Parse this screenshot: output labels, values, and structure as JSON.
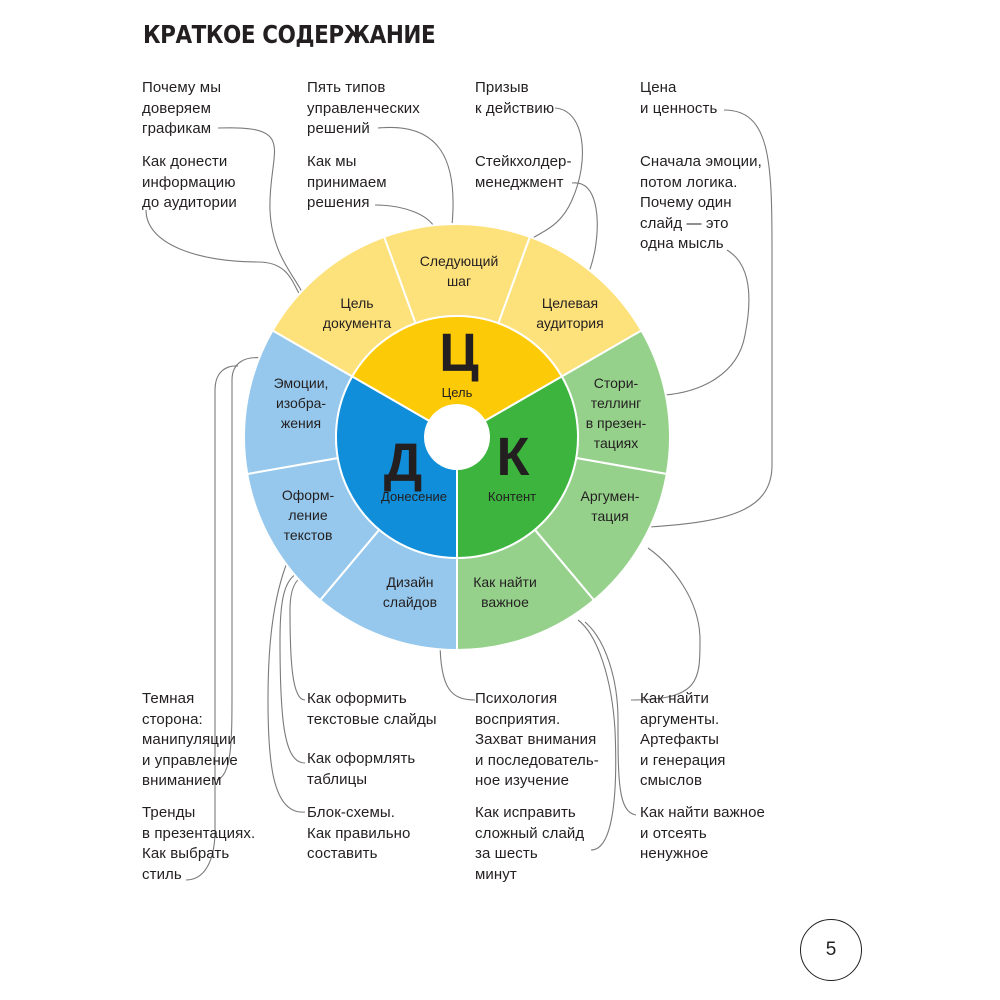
{
  "page": {
    "title": "КРАТКОЕ СОДЕРЖАНИЕ",
    "number": "5"
  },
  "colors": {
    "yellow_outer": "#fde17a",
    "yellow_inner": "#fcca07",
    "blue_outer": "#95c8ec",
    "blue_inner": "#108ed9",
    "green_outer": "#95d18b",
    "green_inner": "#3cb43e",
    "text": "#231f20",
    "connector": "#7a7a7a"
  },
  "wheel": {
    "center": "white-circle",
    "sectors": [
      {
        "id": "goal",
        "letter": "Ц",
        "label": "Цель",
        "color": "yellow",
        "segments": [
          "Цель\nдокумента",
          "Следующий\nшаг",
          "Целевая\nаудитория"
        ]
      },
      {
        "id": "content",
        "letter": "К",
        "label": "Контент",
        "color": "green",
        "segments": [
          "Стори-\nтеллинг\nв презен-\nтациях",
          "Аргумен-\nтация",
          "Как найти\nважное"
        ]
      },
      {
        "id": "delivery",
        "letter": "Д",
        "label": "Донесение",
        "color": "blue",
        "segments": [
          "Дизайн\nслайдов",
          "Оформ-\nление\nтекстов",
          "Эмоции,\nизобра-\nжения"
        ]
      }
    ]
  },
  "topics": [
    {
      "id": "why-trust-charts",
      "text": "Почему мы\nдоверяем\nграфикам"
    },
    {
      "id": "how-deliver-info",
      "text": "Как донести\nинформацию\nдо аудитории"
    },
    {
      "id": "five-decision-types",
      "text": "Пять типов\nуправленческих\nрешений"
    },
    {
      "id": "how-we-decide",
      "text": "Как мы\nпринимаем\nрешения"
    },
    {
      "id": "call-to-action",
      "text": "Призыв\nк действию"
    },
    {
      "id": "stakeholder-management",
      "text": "Стейкхолдер-\nменеджмент"
    },
    {
      "id": "price-and-value",
      "text": "Цена\nи ценность"
    },
    {
      "id": "emotions-then-logic",
      "text": "Сначала эмоции,\nпотом логика.\nПочему один\nслайд — это\nодна мысль"
    },
    {
      "id": "dark-side",
      "text": "Темная\nсторона:\nманипуляции\nи управление\nвниманием"
    },
    {
      "id": "trends",
      "text": "Тренды\nв презентациях.\nКак выбрать\nстиль"
    },
    {
      "id": "text-slides",
      "text": "Как оформить\nтекстовые слайды"
    },
    {
      "id": "tables",
      "text": "Как оформлять\nтаблицы"
    },
    {
      "id": "flowcharts",
      "text": "Блок-схемы.\nКак правильно\nсоставить"
    },
    {
      "id": "perception-psychology",
      "text": "Психология\nвосприятия.\nЗахват внимания\nи последователь-\nное изучение"
    },
    {
      "id": "fix-slide",
      "text": "Как исправить\nсложный слайд\nза шесть\nминут"
    },
    {
      "id": "find-arguments",
      "text": "Как найти\nаргументы.\nАртефакты\nи генерация\nсмыслов"
    },
    {
      "id": "find-important",
      "text": "Как найти важное\nи отсеять\nненужное"
    }
  ]
}
